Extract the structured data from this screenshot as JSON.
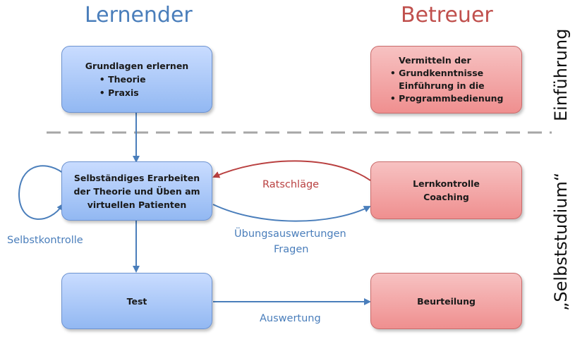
{
  "columns": {
    "left": "Lernender",
    "right": "Betreuer"
  },
  "sections": {
    "top": "Einführung",
    "bottom": "„Selbststudium“"
  },
  "boxes": {
    "grundlagen": {
      "title": "Grundlagen erlernen",
      "items": [
        "Theorie",
        "Praxis"
      ]
    },
    "vermitteln": {
      "items": [
        "Vermitteln der Grundkenntnisse",
        "Einführung in die Programmbedienung"
      ]
    },
    "erarbeiten": {
      "lines": [
        "Selbständiges Erarbeiten",
        "der Theorie und Üben am",
        "virtuellen Patienten"
      ]
    },
    "lernkontrolle": {
      "lines": [
        "Lernkontrolle",
        "Coaching"
      ]
    },
    "test": {
      "label": "Test"
    },
    "beurteilung": {
      "label": "Beurteilung"
    }
  },
  "labels": {
    "ratschlaege": "Ratschläge",
    "uebungen": "Übungsauswertungen",
    "fragen": "Fragen",
    "selbstkontrolle": "Selbstkontrolle",
    "auswertung": "Auswertung"
  },
  "colors": {
    "blue": "#4a7ebb",
    "red": "#c0504d",
    "divider": "#a6a6a6"
  }
}
